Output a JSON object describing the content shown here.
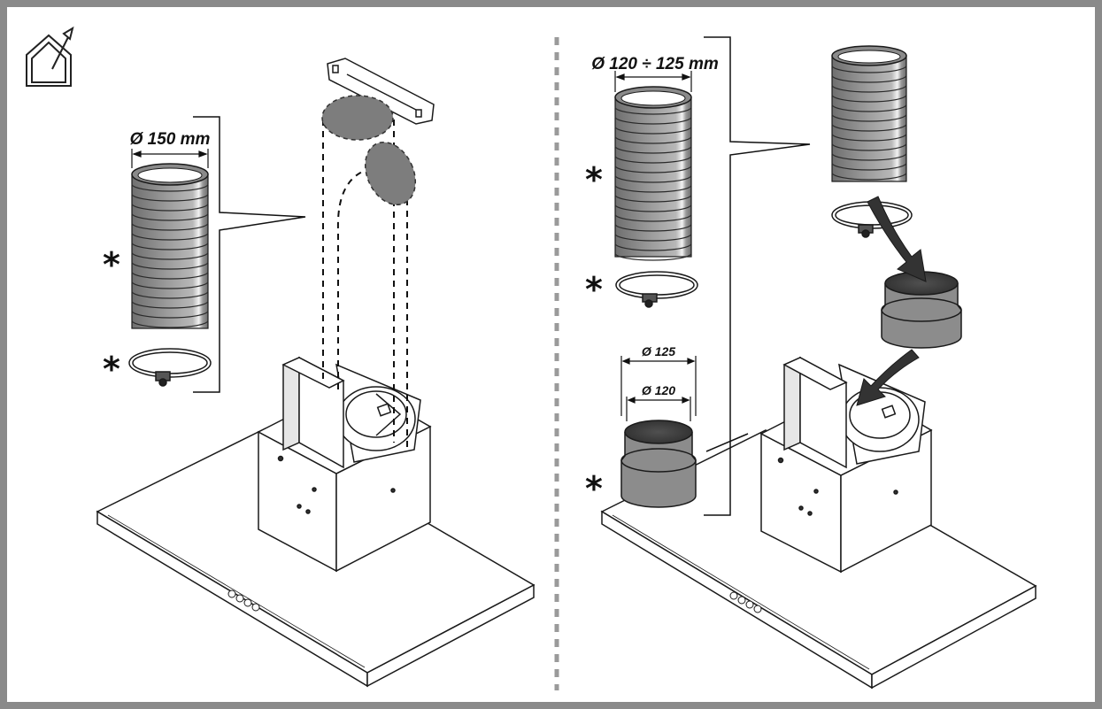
{
  "left_panel": {
    "duct_diameter_label": "Ø 150 mm",
    "duct_marker": "*",
    "clamp_marker": "*"
  },
  "right_panel": {
    "duct_diameter_label": "Ø 120 ÷ 125 mm",
    "duct_marker": "*",
    "clamp_marker": "*",
    "adapter_outer_label": "Ø 125",
    "adapter_inner_label": "Ø 120",
    "adapter_marker": "*"
  },
  "colors": {
    "frame": "#8a8a8a",
    "duct_fill": "#8c8c8c",
    "ellipse_fill": "#7d7d7d",
    "outline": "#1a1a1a"
  },
  "icons": [
    "house-outlet-icon",
    "flow-arrow-icon"
  ]
}
